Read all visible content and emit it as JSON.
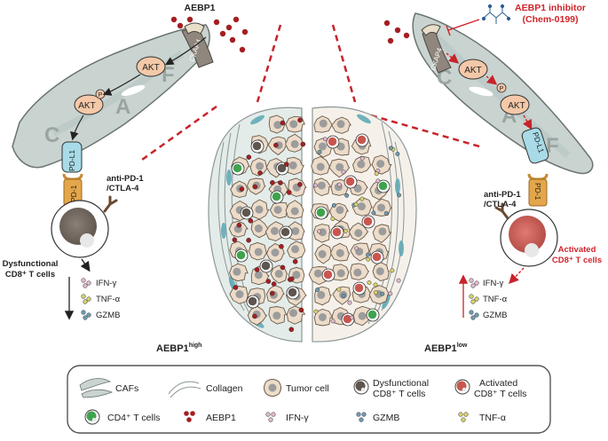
{
  "top": {
    "aebp1_label": "AEBP1",
    "inhibitor_line1": "AEBP1 inhibitor",
    "inhibitor_line2": "(Chem-0199)"
  },
  "left_cell": {
    "ckap4": "CKAP4",
    "akt1": "AKT",
    "akt2": "AKT",
    "p": "P",
    "pdl1": "PD-L1",
    "pd1": "PD-1",
    "caf_letters": [
      "C",
      "A",
      "F"
    ],
    "anti_line1": "anti-PD-1",
    "anti_line2": "/CTLA-4",
    "tcell_line1": "Dysfunctional",
    "tcell_line2": "CD8⁺ T cells",
    "cytokines": [
      "IFN-γ",
      "TNF-α",
      "GZMB"
    ],
    "tumor_label": "AEBP1",
    "tumor_sup": "high"
  },
  "right_cell": {
    "ckap4": "CKAP4",
    "akt1": "AKT",
    "akt2": "AKT",
    "p": "P",
    "pdl1": "PD-L1",
    "pd1": "PD-1",
    "caf_letters": [
      "C",
      "A",
      "F"
    ],
    "anti_line1": "anti-PD-1",
    "anti_line2": "/CTLA-4",
    "tcell_line1": "Activated",
    "tcell_line2": "CD8⁺ T cells",
    "cytokines": [
      "IFN-γ",
      "TNF-α",
      "GZMB"
    ],
    "tumor_label": "AEBP1",
    "tumor_sup": "low"
  },
  "legend": {
    "items": [
      {
        "label": "CAFs"
      },
      {
        "label": "Collagen"
      },
      {
        "label": "Tumor cell"
      },
      {
        "label": "Dysfunctional",
        "label2": "CD8⁺ T cells"
      },
      {
        "label": "Activated",
        "label2": "CD8⁺ T cells"
      },
      {
        "label": "CD4⁺ T cells"
      },
      {
        "label": "AEBP1"
      },
      {
        "label": "IFN-γ"
      },
      {
        "label": "GZMB"
      },
      {
        "label": "TNF-α"
      }
    ]
  },
  "colors": {
    "aebp1_red": "#a41e22",
    "accent_red": "#d0242b",
    "caf_fill": "#c9d3d0",
    "tumor_fill": "#ecdcc9",
    "akt_fill": "#f4c8a8",
    "pdl1_fill": "#a8dbe7",
    "pd1_fill": "#e3a64a",
    "teal": "#5aa7b4",
    "green_cd4": "#3fa34d"
  }
}
